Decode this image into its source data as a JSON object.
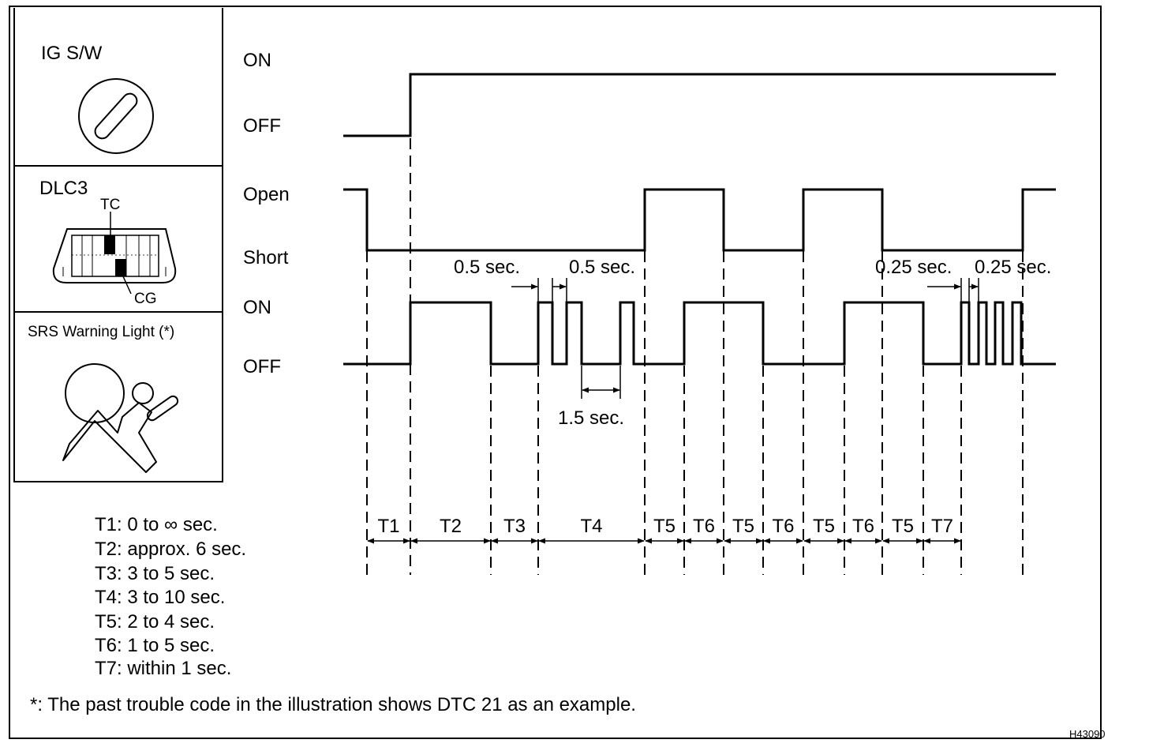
{
  "panels": {
    "ig": {
      "title": "IG S/W",
      "on": "ON",
      "off": "OFF"
    },
    "dlc": {
      "title": "DLC3",
      "tc": "TC",
      "cg": "CG",
      "open": "Open",
      "short": "Short"
    },
    "srs": {
      "title": "SRS Warning Light (*)",
      "on": "ON",
      "off": "OFF"
    }
  },
  "annotations": {
    "half_sec_left": "0.5 sec.",
    "half_sec_right": "0.5 sec.",
    "one_half_sec": "1.5 sec.",
    "quarter_sec_left": "0.25 sec.",
    "quarter_sec_right": "0.25 sec."
  },
  "intervals": [
    "T1",
    "T2",
    "T3",
    "T4",
    "T5",
    "T6",
    "T5",
    "T6",
    "T5",
    "T6",
    "T5",
    "T7"
  ],
  "legend": [
    "T1: 0 to ∞ sec.",
    "T2: approx. 6 sec.",
    "T3: 3 to 5 sec.",
    "T4: 3 to 10 sec.",
    "T5: 2 to 4 sec.",
    "T6: 1 to 5 sec.",
    "T7: within 1 sec."
  ],
  "footnote": "*: The past trouble code in the illustration shows DTC 21 as an example.",
  "figure_id": "H43090"
}
